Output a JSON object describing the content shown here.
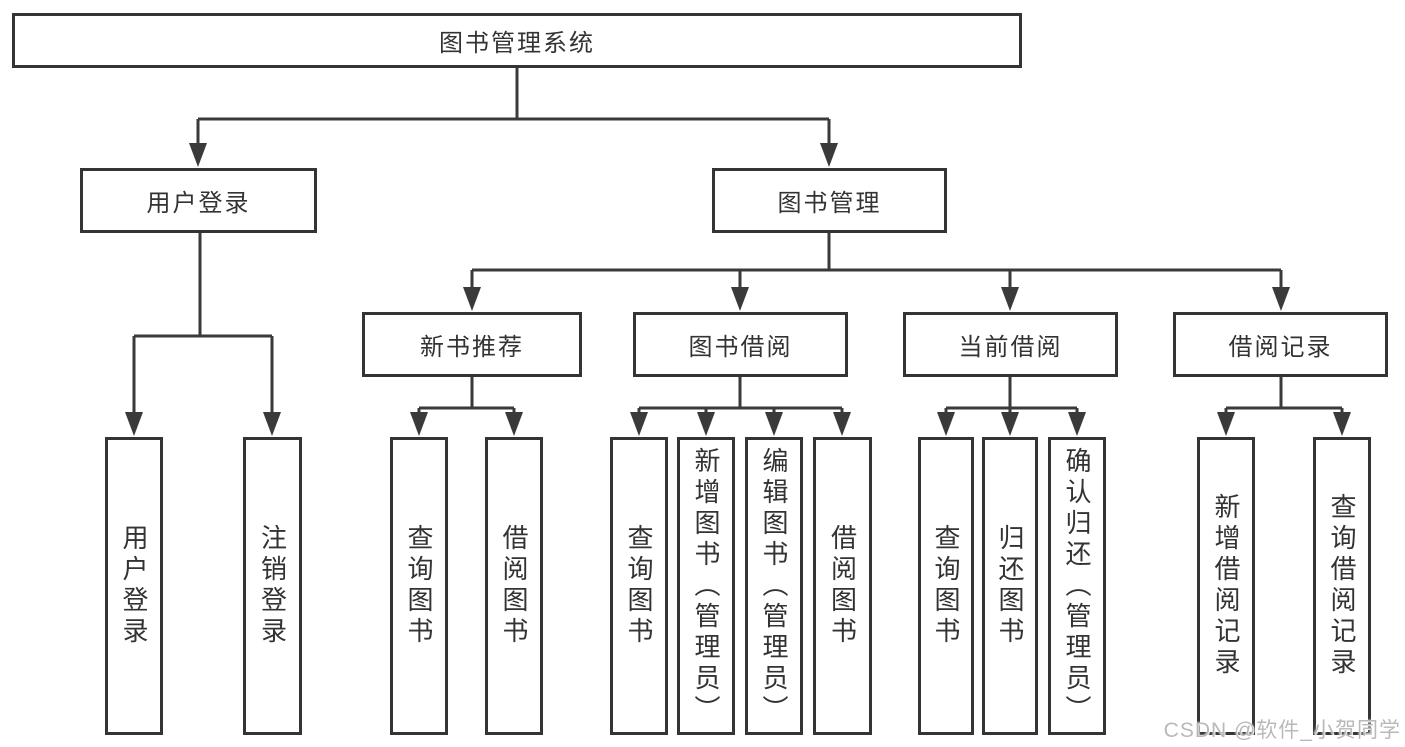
{
  "tree": {
    "root": {
      "label": "图书管理系统"
    },
    "branches": [
      {
        "label": "用户登录",
        "children": [
          {
            "label": "用户登录"
          },
          {
            "label": "注销登录"
          }
        ]
      },
      {
        "label": "图书管理",
        "sections": [
          {
            "label": "新书推荐",
            "children": [
              {
                "label": "查询图书"
              },
              {
                "label": "借阅图书"
              }
            ]
          },
          {
            "label": "图书借阅",
            "children": [
              {
                "label": "查询图书"
              },
              {
                "label": "新增图书（管理员）"
              },
              {
                "label": "编辑图书（管理员）"
              },
              {
                "label": "借阅图书"
              }
            ]
          },
          {
            "label": "当前借阅",
            "children": [
              {
                "label": "查询图书"
              },
              {
                "label": "归还图书"
              },
              {
                "label": "确认归还（管理员）"
              }
            ]
          },
          {
            "label": "借阅记录",
            "children": [
              {
                "label": "新增借阅记录"
              },
              {
                "label": "查询借阅记录"
              }
            ]
          }
        ]
      }
    ]
  },
  "watermark": {
    "text": "CSDN @软件_小贺同学"
  },
  "colors": {
    "line": "#3a3a3a",
    "box_border": "#343434",
    "text": "#333333",
    "background": "#ffffff",
    "watermark": "#b9b9b9"
  }
}
